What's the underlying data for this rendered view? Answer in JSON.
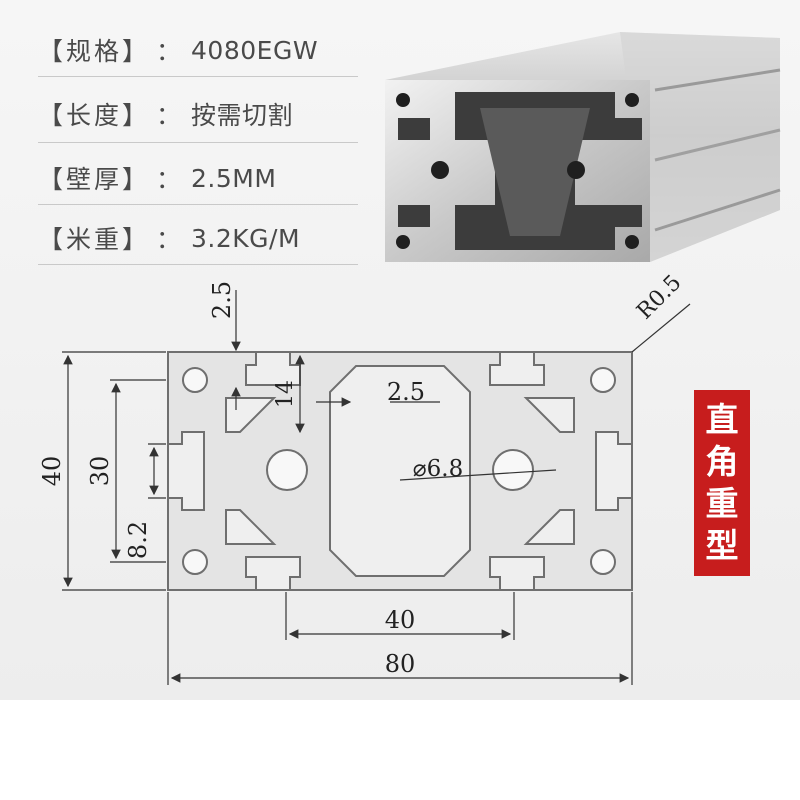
{
  "specs": [
    {
      "key": "【规格】",
      "value": "4080EGW"
    },
    {
      "key": "【长度】",
      "value": "按需切割"
    },
    {
      "key": "【壁厚】",
      "value": "2.5MM"
    },
    {
      "key": "【米重】",
      "value": "3.2KG/M"
    }
  ],
  "badge": {
    "chars": [
      "直",
      "角",
      "重",
      "型"
    ]
  },
  "dimensions": {
    "width": "80",
    "height": "40",
    "inner_span": "40",
    "slot_height": "30",
    "slot_width": "8.2",
    "wall_top": "2.5",
    "wall_inner": "2.5",
    "web_height": "14",
    "hole_diameter": "⌀6.8",
    "corner_radius": "R0.5"
  },
  "colors": {
    "badge_bg": "#c71d1d",
    "profile_fill": "#e4e4e4",
    "profile_stroke": "#707070"
  }
}
